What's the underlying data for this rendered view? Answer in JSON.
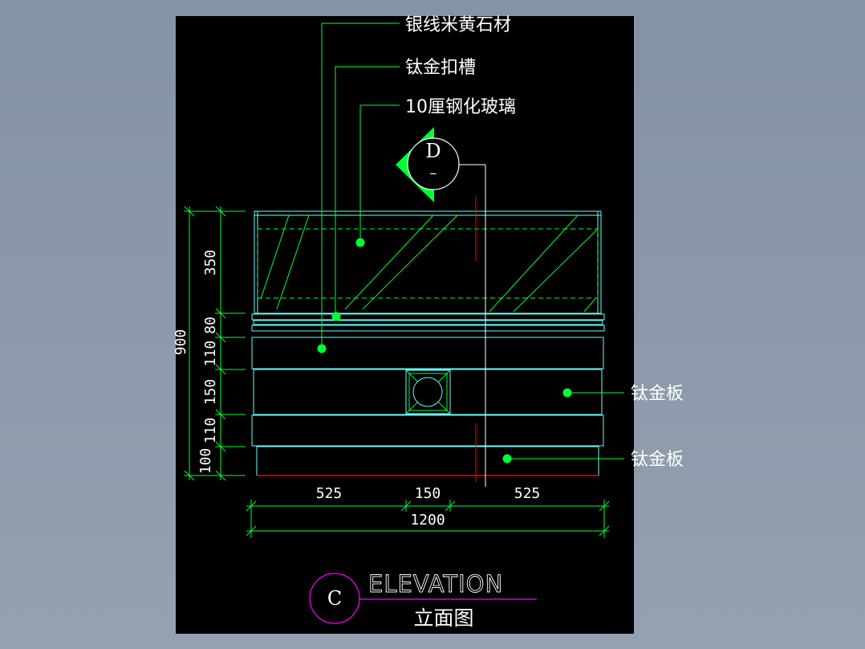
{
  "colors": {
    "background": "#8896a8",
    "sheet": "#000000",
    "green": "#00ff33",
    "cyan": "#66ffff",
    "white": "#ffffff",
    "red": "#ff0000",
    "magenta": "#ff00ff"
  },
  "callouts": {
    "stone": "银线米黄石材",
    "groove": "钛金扣槽",
    "glass": "10厘钢化玻璃",
    "panel_upper": "钛金板",
    "panel_lower": "钛金板"
  },
  "section_marker": {
    "letter": "D",
    "sub": "–"
  },
  "dimensions": {
    "vertical": {
      "d350": "350",
      "d80": "80",
      "d110a": "110",
      "d150": "150",
      "d110b": "110",
      "d100": "100",
      "total": "900"
    },
    "horizontal": {
      "d525a": "525",
      "d150": "150",
      "d525b": "525",
      "total": "1200"
    }
  },
  "title_block": {
    "letter": "C",
    "title": "ELEVATION",
    "subtitle": "立面图"
  }
}
